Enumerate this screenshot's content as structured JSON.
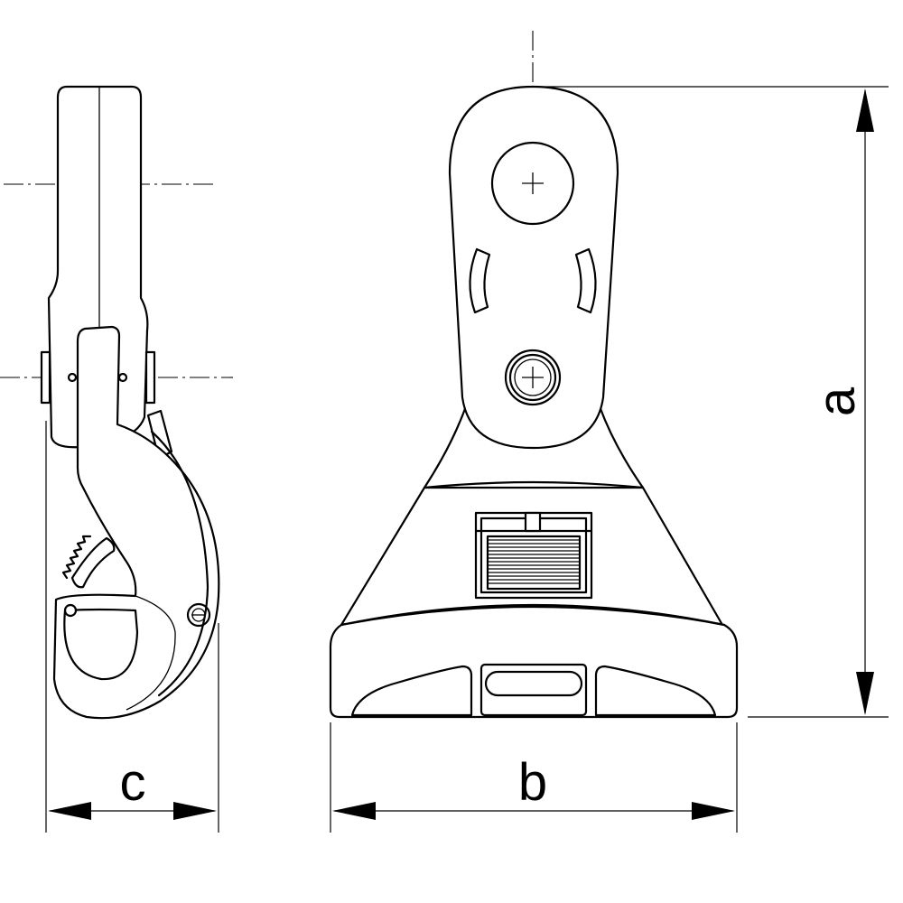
{
  "dimensions": {
    "a": {
      "label": "a"
    },
    "b": {
      "label": "b"
    },
    "c": {
      "label": "c"
    }
  },
  "colors": {
    "line": "#000000",
    "background": "#ffffff"
  }
}
